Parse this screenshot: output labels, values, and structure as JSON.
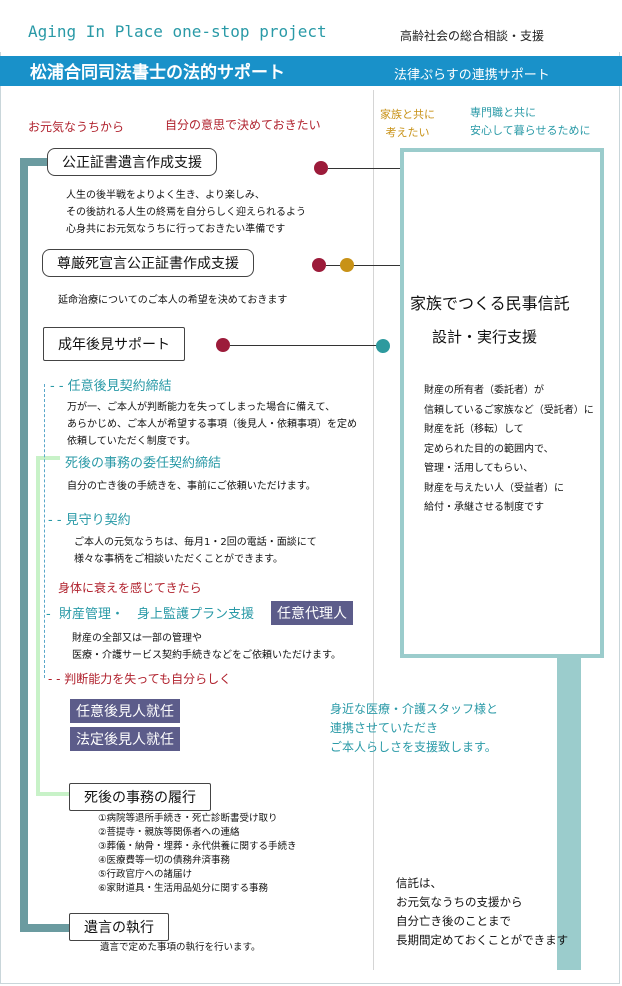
{
  "header": {
    "en_title": "Aging In Place one-stop project",
    "jp_subtitle": "高齢社会の総合相談・支援",
    "main_title": "松浦合同司法書士の法的サポート",
    "side_title": "法律ぷらすの連携サポート"
  },
  "column_heads": {
    "h1": "お元気なうちから",
    "h2": "自分の意思で決めておきたい",
    "h3_line1": "家族と共に",
    "h3_line2": "考えたい",
    "h4_line1": "専門職と共に",
    "h4_line2": "安心して暮らせるために"
  },
  "services": {
    "will": {
      "label": "公正証書遺言作成支援",
      "desc": [
        "人生の後半戦をよりよく生き、より楽しみ、",
        "その後訪れる人生の終焉を自分らしく迎えられるよう",
        "心身共にお元気なうちに行っておきたい準備です"
      ]
    },
    "dignity": {
      "label": "尊厳死宣言公正証書作成支援",
      "desc": "延命治療についてのご本人の希望を決めておきます"
    },
    "guardian": {
      "label": "成年後見サポート"
    },
    "voluntary": {
      "label": "任意後見契約締結",
      "desc": [
        "万が一、ご本人が判断能力を失ってしまった場合に備えて、",
        "あらかじめ、ご本人が希望する事項（後見人・依頼事項）を定め",
        "依頼していただく制度です。"
      ]
    },
    "posthumous": {
      "label": "死後の事務の委任契約締結",
      "desc": "自分の亡き後の手続きを、事前にご依頼いただけます。"
    },
    "watch": {
      "label": "見守り契約",
      "desc": [
        "ご本人の元気なうちは、毎月1・2回の電話・面談にて",
        "様々な事柄をご相談いただくことができます。"
      ]
    },
    "decline_note": "身体に衰えを感じてきたら",
    "property": {
      "label": "財産管理・　身上監護プラン支援",
      "badge": "任意代理人",
      "desc": [
        "財産の全部又は一部の管理や",
        "医療・介護サービス契約手続きなどをご依頼いただけます。"
      ]
    },
    "incapacity_note": "判断能力を失っても自分らしく",
    "badges": [
      "任意後見人就任",
      "法定後見人就任"
    ],
    "execution": {
      "label": "死後の事務の履行",
      "items": [
        "①病院等退所手続き・死亡診断書受け取り",
        "②菩提寺・親族等関係者への連絡",
        "③葬儀・納骨・埋葬・永代供養に関する手続き",
        "④医療費等一切の債務弁済事務",
        "⑤行政官庁への諸届け",
        "⑥家財道具・生活用品処分に関する事務"
      ]
    },
    "testament": {
      "label": "遺言の執行",
      "desc": "遺言で定めた事項の執行を行います。"
    }
  },
  "trust": {
    "title": "家族でつくる民事信託",
    "subtitle": "設計・実行支援",
    "desc": [
      "財産の所有者（委託者）が",
      "信頼しているご家族など（受託者）に",
      "財産を託（移転）して",
      "定められた目的の範囲内で、",
      "管理・活用してもらい、",
      "財産を与えたい人（受益者）に",
      "給付・承継させる制度です"
    ]
  },
  "medical_note": [
    "身近な医療・介護スタッフ様と",
    "連携させていただき",
    "ご本人らしさを支援致します。"
  ],
  "closing": [
    "信託は、",
    "お元気なうちの支援から",
    "自分亡き後のことまで",
    "長期間定めておくことができます"
  ]
}
